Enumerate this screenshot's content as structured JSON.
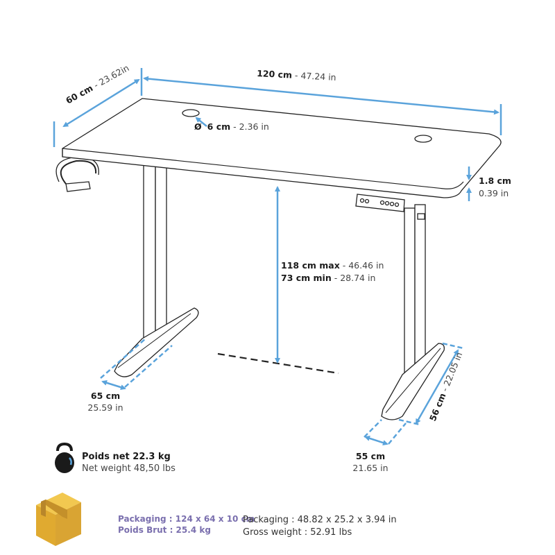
{
  "colors": {
    "dimension": "#5aa3db",
    "packaging_text": "#7a6fae",
    "box": "#e8b83c"
  },
  "dims": {
    "depth": {
      "metric": "60 cm",
      "imperial": " - 23.62in"
    },
    "width": {
      "metric": "120 cm",
      "imperial": " - 47.24 in"
    },
    "grommet": {
      "symbol": "Ø",
      "metric": "6 cm",
      "imperial": " - 2.36 in"
    },
    "thickness": {
      "metric": "1.8 cm",
      "imperial": "0.39 in"
    },
    "height_max": {
      "metric": "118 cm max",
      "imperial": " - 46.46 in"
    },
    "height_min": {
      "metric": "73 cm min",
      "imperial": " - 28.74 in"
    },
    "foot_left": {
      "metric": "65 cm",
      "imperial": "25.59 in"
    },
    "foot_depth": {
      "metric": "56 cm",
      "imperial": " - 22.05 in"
    },
    "foot_right": {
      "metric": "55 cm",
      "imperial": "21.65 in"
    }
  },
  "weight": {
    "icon": "kettlebell-icon",
    "title": "Poids net 22.3 kg",
    "subtitle": "Net weight 48,50 lbs"
  },
  "packaging": {
    "icon": "box-icon",
    "fr_size": "Packaging : 124 x 64 x 10 cm",
    "fr_weight": "Poids Brut :  25.4 kg",
    "en_size": "Packaging : 48.82 x 25.2 x 3.94 in",
    "en_weight": "Gross weight : 52.91 lbs"
  }
}
